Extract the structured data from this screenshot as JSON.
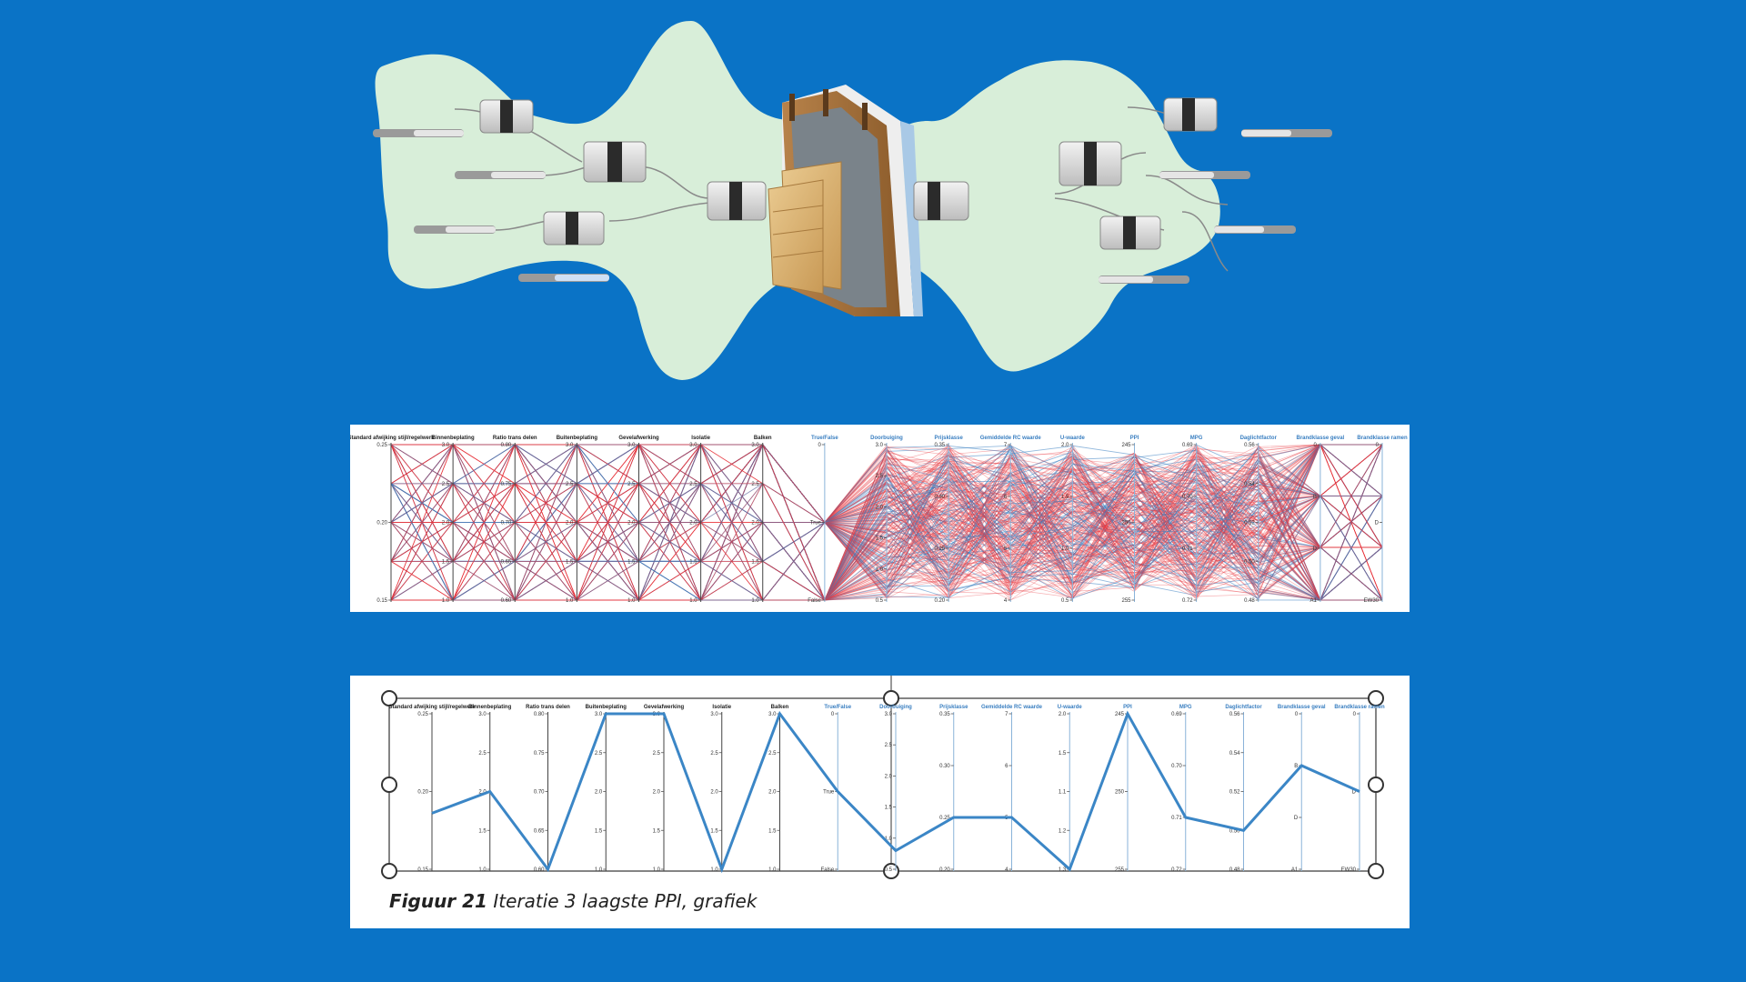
{
  "figure": {
    "number": "Figuur 21",
    "title": "Iteratie 3 laagste PPI, grafiek"
  },
  "colors": {
    "background": "#0a73c6",
    "red_lines": "#e8383f",
    "blue_lines": "#3a7fc1",
    "selected_line": "#3b86c6",
    "illustration_bg": "#d6ecd8",
    "node_gray": "#c9c9c9",
    "node_dark": "#2a2a2a"
  },
  "chart_data": [
    {
      "type": "parallel-coordinates",
      "axes": [
        {
          "name": "Standard afwijking stijl/regelwerk",
          "ticks": [
            "0.25",
            "0.20",
            "0.15"
          ]
        },
        {
          "name": "Binnenbeplating",
          "ticks": [
            "3.0",
            "2.5",
            "2.0",
            "1.5",
            "1.0"
          ]
        },
        {
          "name": "Ratio trans delen",
          "ticks": [
            "0.80",
            "0.75",
            "0.70",
            "0.65",
            "0.60"
          ]
        },
        {
          "name": "Buitenbeplating",
          "ticks": [
            "3.0",
            "2.5",
            "2.0",
            "1.5",
            "1.0"
          ]
        },
        {
          "name": "Gevelafwerking",
          "ticks": [
            "3.0",
            "2.5",
            "2.0",
            "1.5",
            "1.0"
          ]
        },
        {
          "name": "Isolatie",
          "ticks": [
            "3.0",
            "2.5",
            "2.0",
            "1.5",
            "1.0"
          ]
        },
        {
          "name": "Balken",
          "ticks": [
            "3.0",
            "2.5",
            "2.0",
            "1.5",
            "1.0"
          ]
        },
        {
          "name": "True/False",
          "ticks": [
            "0",
            "True",
            "False"
          ]
        },
        {
          "name": "Doorbuiging",
          "ticks": [
            "3.0",
            "2.5",
            "2.0",
            "1.5",
            "1.0",
            "0.5"
          ]
        },
        {
          "name": "Prijsklasse",
          "ticks": [
            "0.35",
            "0.30",
            "0.25",
            "0.20"
          ]
        },
        {
          "name": "Gemiddelde RC waarde",
          "ticks": [
            "7",
            "6",
            "5",
            "4"
          ]
        },
        {
          "name": "U-waarde",
          "ticks": [
            "2.0",
            "1.5",
            "1.0",
            "0.5"
          ]
        },
        {
          "name": "PPI",
          "ticks": [
            "245",
            "250",
            "255"
          ]
        },
        {
          "name": "MPG",
          "ticks": [
            "0.69",
            "0.70",
            "0.71",
            "0.72"
          ]
        },
        {
          "name": "Daglichtfactor",
          "ticks": [
            "0.56",
            "0.54",
            "0.52",
            "0.50",
            "0.48"
          ]
        },
        {
          "name": "Brandklasse geval",
          "ticks": [
            "0",
            "B",
            "D",
            "A1"
          ]
        },
        {
          "name": "Brandklasse ramen",
          "ticks": [
            "0",
            "D",
            "EW30"
          ]
        }
      ],
      "line_count_estimate": 400
    },
    {
      "type": "parallel-coordinates",
      "axes": [
        {
          "name": "Standard afwijking stijl/regelwerk",
          "ticks": [
            "0.25",
            "0.20",
            "0.15"
          ]
        },
        {
          "name": "Binnenbeplating",
          "ticks": [
            "3.0",
            "2.5",
            "2.0",
            "1.5",
            "1.0"
          ]
        },
        {
          "name": "Ratio trans delen",
          "ticks": [
            "0.80",
            "0.75",
            "0.70",
            "0.65",
            "0.60"
          ]
        },
        {
          "name": "Buitenbeplating",
          "ticks": [
            "3.0",
            "2.5",
            "2.0",
            "1.5",
            "1.0"
          ]
        },
        {
          "name": "Gevelafwerking",
          "ticks": [
            "3.0",
            "2.5",
            "2.0",
            "1.5",
            "1.0"
          ]
        },
        {
          "name": "Isolatie",
          "ticks": [
            "3.0",
            "2.5",
            "2.0",
            "1.5",
            "1.0"
          ]
        },
        {
          "name": "Balken",
          "ticks": [
            "3.0",
            "2.5",
            "2.0",
            "1.5",
            "1.0"
          ]
        },
        {
          "name": "True/False",
          "ticks": [
            "0",
            "True",
            "False"
          ]
        },
        {
          "name": "Doorbuiging",
          "ticks": [
            "3.0",
            "2.5",
            "2.0",
            "1.5",
            "1.0",
            "0.5"
          ]
        },
        {
          "name": "Prijsklasse",
          "ticks": [
            "0.35",
            "0.30",
            "0.25",
            "0.20"
          ]
        },
        {
          "name": "Gemiddelde RC waarde",
          "ticks": [
            "7",
            "6",
            "5",
            "4"
          ]
        },
        {
          "name": "U-waarde",
          "ticks": [
            "2.0",
            "1.5",
            "1.1",
            "1.2",
            "1.3"
          ]
        },
        {
          "name": "PPI",
          "ticks": [
            "245",
            "250",
            "255"
          ]
        },
        {
          "name": "MPG",
          "ticks": [
            "0.69",
            "0.70",
            "0.71",
            "0.72"
          ]
        },
        {
          "name": "Daglichtfactor",
          "ticks": [
            "0.56",
            "0.54",
            "0.52",
            "0.50",
            "0.48"
          ]
        },
        {
          "name": "Brandklasse geval",
          "ticks": [
            "0",
            "B",
            "D",
            "A1"
          ]
        },
        {
          "name": "Brandklasse ramen",
          "ticks": [
            "0",
            "D",
            "EW30"
          ]
        }
      ],
      "selected_values": [
        0.186,
        2.0,
        0.6,
        3.0,
        3.0,
        1.0,
        3.0,
        "True",
        0.8,
        0.25,
        5.0,
        1.3,
        245,
        0.71,
        0.5,
        "B",
        "D"
      ]
    }
  ]
}
